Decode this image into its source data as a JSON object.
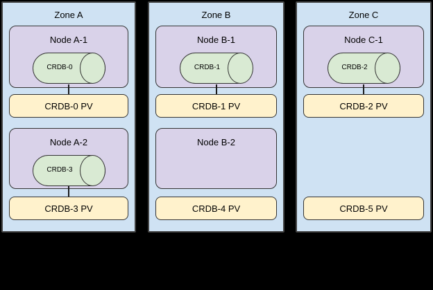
{
  "colors": {
    "background": "#000000",
    "zone_fill": "#cfe2f3",
    "zone_border": "#434343",
    "node_fill": "#d9d2e9",
    "pod_fill": "#d9ead3",
    "pv_fill": "#fff2cc",
    "inner_border": "#333333",
    "text": "#000000"
  },
  "zones": [
    {
      "label": "Zone A",
      "rows": [
        {
          "node": "Node A-1",
          "pod": "CRDB-0",
          "pv": "CRDB-0 PV",
          "connected": true
        },
        {
          "node": "Node A-2",
          "pod": "CRDB-3",
          "pv": "CRDB-3 PV",
          "connected": true
        }
      ]
    },
    {
      "label": "Zone B",
      "rows": [
        {
          "node": "Node B-1",
          "pod": "CRDB-1",
          "pv": "CRDB-1 PV",
          "connected": true
        },
        {
          "node": "Node B-2",
          "pod": null,
          "pv": "CRDB-4 PV",
          "connected": false
        }
      ]
    },
    {
      "label": "Zone C",
      "rows": [
        {
          "node": "Node C-1",
          "pod": "CRDB-2",
          "pv": "CRDB-2 PV",
          "connected": true
        },
        {
          "node": null,
          "pod": null,
          "pv": "CRDB-5 PV",
          "connected": false
        }
      ]
    }
  ]
}
